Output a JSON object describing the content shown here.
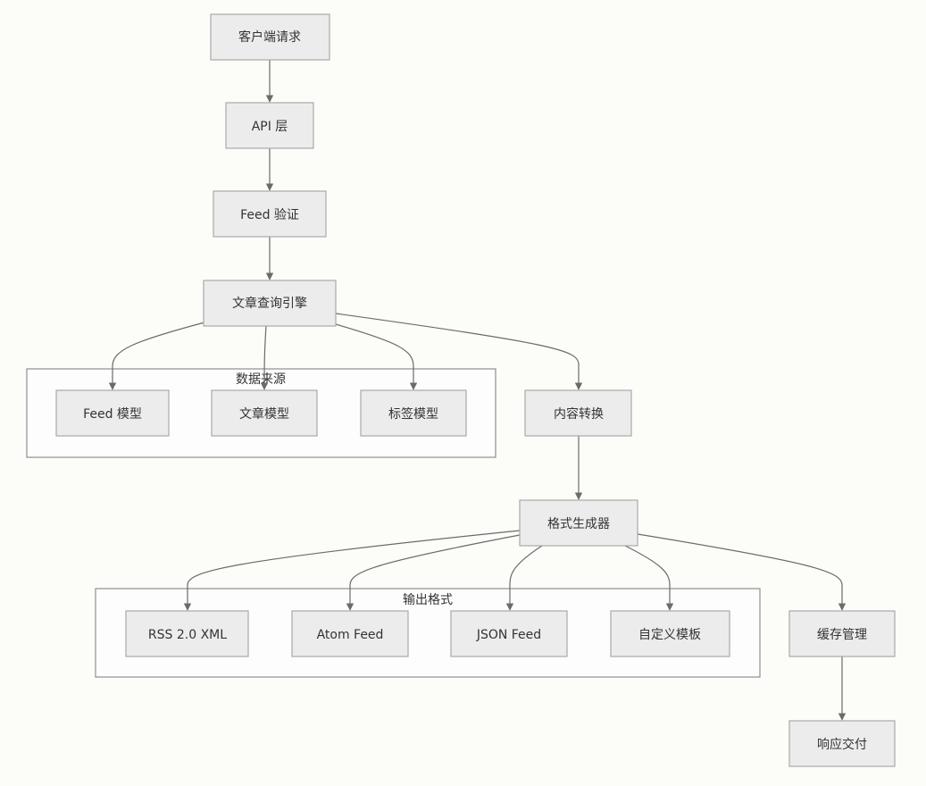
{
  "diagram": {
    "nodes": {
      "client_request": "客户端请求",
      "api_layer": "API 层",
      "feed_validation": "Feed 验证",
      "article_query_engine": "文章查询引擎",
      "feed_model": "Feed 模型",
      "article_model": "文章模型",
      "tag_model": "标签模型",
      "content_transform": "内容转换",
      "format_generator": "格式生成器",
      "rss_xml": "RSS 2.0 XML",
      "atom_feed": "Atom Feed",
      "json_feed": "JSON Feed",
      "custom_template": "自定义模板",
      "cache_management": "缓存管理",
      "response_delivery": "响应交付"
    },
    "groups": {
      "data_sources": "数据来源",
      "output_formats": "输出格式"
    }
  },
  "colors": {
    "background": "#fcfcf8",
    "node_fill": "#ececec",
    "node_border": "#a9a9a9",
    "edge": "#6b6b6b"
  }
}
